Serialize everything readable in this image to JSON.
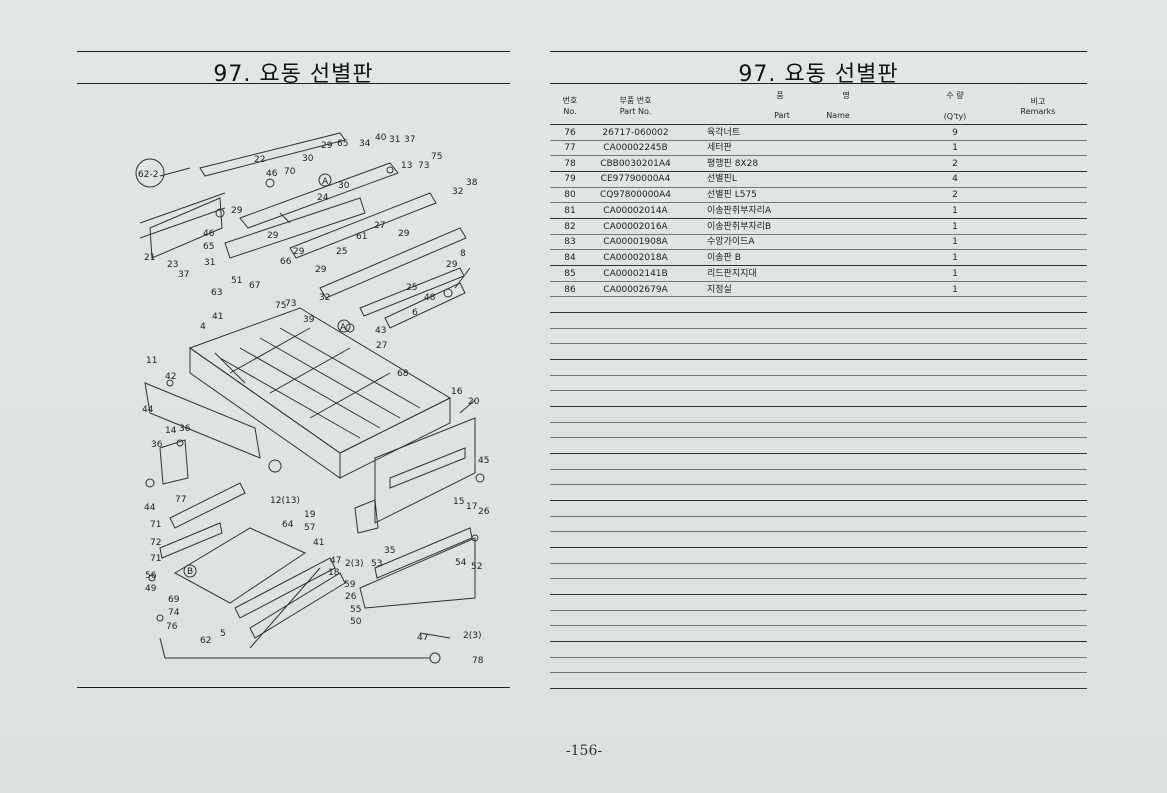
{
  "left_page": {
    "title": "97. 요동 선별판"
  },
  "right_page": {
    "title": "97. 요동 선별판",
    "headers": {
      "no_ko": "번호",
      "no_en": "No.",
      "part_ko": "부품 번호",
      "part_en": "Part   No.",
      "name_ko_1": "품",
      "name_ko_2": "명",
      "name_en_1": "Part",
      "name_en_2": "Name",
      "qty_ko": "수  량",
      "qty_en": "(Q'ty)",
      "remarks_ko": "비고",
      "remarks_en": "Remarks"
    },
    "rows": [
      {
        "no": "76",
        "part": "26717-060002",
        "name": "육각너트",
        "qty": "9"
      },
      {
        "no": "77",
        "part": "CA00002245B",
        "name": "세터판",
        "qty": "1"
      },
      {
        "no": "78",
        "part": "CBB0030201A4",
        "name": "평행핀 8X28",
        "qty": "2"
      },
      {
        "no": "79",
        "part": "CE97790000A4",
        "name": "선별핀L",
        "qty": "4"
      },
      {
        "no": "80",
        "part": "CQ97800000A4",
        "name": "선별핀 L575",
        "qty": "2"
      },
      {
        "no": "81",
        "part": "CA00002014A",
        "name": "이송판취부자리A",
        "qty": "1"
      },
      {
        "no": "82",
        "part": "CA00002016A",
        "name": "이송판취부자리B",
        "qty": "1"
      },
      {
        "no": "83",
        "part": "CA00001908A",
        "name": "수앙가이드A",
        "qty": "1"
      },
      {
        "no": "84",
        "part": "CA00002018A",
        "name": "이송판 B",
        "qty": "1"
      },
      {
        "no": "85",
        "part": "CA00002141B",
        "name": "리드판지지대",
        "qty": "1"
      },
      {
        "no": "86",
        "part": "CA00002679A",
        "name": "지정실",
        "qty": "1"
      }
    ]
  },
  "diagram": {
    "callouts": [
      "62-2",
      "22",
      "46",
      "70",
      "30",
      "29",
      "65",
      "34",
      "40",
      "31",
      "37",
      "75",
      "13",
      "73",
      "A",
      "30",
      "32",
      "38",
      "24",
      "29",
      "36",
      "29",
      "30",
      "27",
      "61",
      "46",
      "65",
      "29",
      "25",
      "8",
      "21",
      "23",
      "31",
      "37",
      "66",
      "29",
      "51",
      "67",
      "63",
      "75",
      "73",
      "32",
      "25",
      "48",
      "29",
      "6",
      "4",
      "41",
      "39",
      "A",
      "43",
      "27",
      "68",
      "11",
      "42",
      "44",
      "14",
      "36",
      "36",
      "16",
      "20",
      "45",
      "77",
      "12(13)",
      "19",
      "57",
      "44",
      "71",
      "64",
      "15",
      "17",
      "26",
      "72",
      "41",
      "47",
      "2(3)",
      "35",
      "53",
      "54",
      "52",
      "71",
      "56",
      "49",
      "B",
      "18",
      "59",
      "69",
      "74",
      "76",
      "26",
      "55",
      "50",
      "62",
      "5",
      "47",
      "2(3)",
      "78"
    ]
  },
  "page_number": "-156-"
}
